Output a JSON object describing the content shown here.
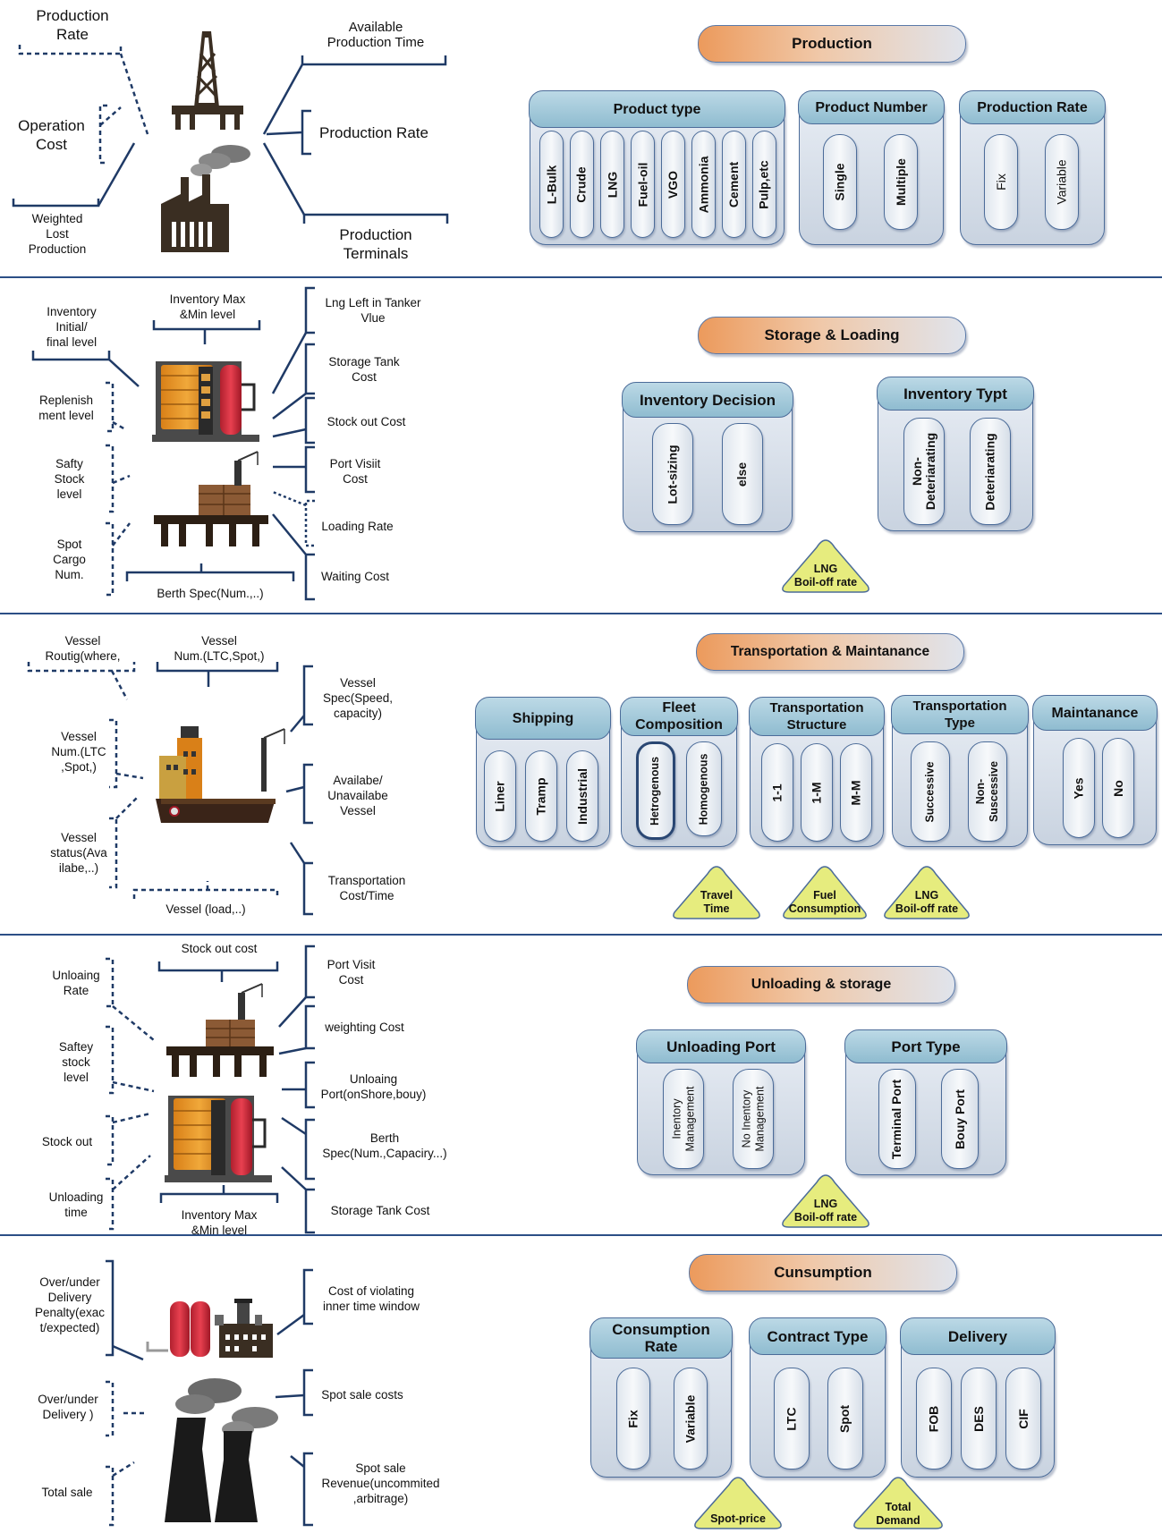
{
  "colors": {
    "line": "#1f3a66",
    "accent": "#ec9a5c",
    "divider": "#2c4f86",
    "triangle": "#e6ec7e"
  },
  "production": {
    "title": "Production",
    "left": {
      "production_rate": "Production\nRate",
      "operation_cost": "Operation\nCost",
      "weighted_lost": "Weighted\nLost\nProduction",
      "available_time": "Available\nProduction Time",
      "production_rate_right": "Production Rate",
      "terminals": "Production\nTerminals"
    },
    "groups": [
      {
        "title": "Product type",
        "items": [
          "L-Bulk",
          "Crude",
          "LNG",
          "Fuel-oil",
          "VGO",
          "Ammonia",
          "Cement",
          "Pulp,etc"
        ]
      },
      {
        "title": "Product Number",
        "items": [
          "Single",
          "Multiple"
        ]
      },
      {
        "title": "Production Rate",
        "items": [
          "Fix",
          "Variable"
        ]
      }
    ]
  },
  "storage": {
    "title": "Storage & Loading",
    "left": {
      "inventory_max": "Inventory Max\n&Min level",
      "inventory_initial": "Inventory\nInitial/\nfinal level",
      "replenishment": "Replenish\nment level",
      "safety_stock": "Safty\nStock\nlevel",
      "spot_cargo": "Spot\nCargo\nNum.",
      "berth_spec": "Berth Spec(Num.,..)",
      "lng_left": "Lng Left in Tanker\nVlue",
      "storage_tank_cost": "Storage Tank\nCost",
      "stock_out_cost": "Stock out Cost",
      "port_visit_cost": "Port Visiit\nCost",
      "loading_rate": "Loading Rate",
      "waiting_cost": "Waiting Cost"
    },
    "groups": [
      {
        "title": "Inventory Decision",
        "items": [
          "Lot-sizing",
          "else"
        ]
      },
      {
        "title": "Inventory Typt",
        "items": [
          "Non-\nDeteriarating",
          "Deteriarating"
        ]
      }
    ],
    "triangles": [
      "LNG\nBoil-off rate"
    ]
  },
  "transport": {
    "title": "Transportation & Maintanance",
    "left": {
      "vessel_routing": "Vessel\nRoutig(where,",
      "vessel_num_top": "Vessel\nNum.(LTC,Spot,)",
      "vessel_num_left": "Vessel\nNum.(LTC\n,Spot,)",
      "vessel_status": "Vessel\nstatus(Ava\nilabe,..)",
      "vessel_load": "Vessel (load,..)",
      "vessel_spec": "Vessel\nSpec(Speed,\ncapacity)",
      "available_vessel": "Availabe/\nUnavailabe\nVessel",
      "transport_cost": "Transportation\nCost/Time"
    },
    "groups": [
      {
        "title": "Shipping",
        "items": [
          "Liner",
          "Tramp",
          "Industrial"
        ]
      },
      {
        "title": "Fleet\nComposition",
        "items": [
          "Hetrogenous",
          "Homogenous"
        ]
      },
      {
        "title": "Transportation\nStructure",
        "items": [
          "1-1",
          "1-M",
          "M-M"
        ]
      },
      {
        "title": "Transportation\nType",
        "items": [
          "Successive",
          "Non-\nSuscessive"
        ]
      },
      {
        "title": "Maintanance",
        "items": [
          "Yes",
          "No"
        ]
      }
    ],
    "triangles": [
      "Travel\nTime",
      "Fuel\nConsumption",
      "LNG\nBoil-off rate"
    ]
  },
  "unloading": {
    "title": "Unloading & storage",
    "left": {
      "stock_out_cost": "Stock out cost",
      "unloading_rate": "Unloaing\nRate",
      "safety_stock": "Saftey\nstock\nlevel",
      "stock_out": "Stock out",
      "unloading_time": "Unloading\ntime",
      "inventory_max": "Inventory Max\n&Min level",
      "port_visit_cost": "Port Visit\nCost",
      "weighting_cost": "weighting Cost",
      "unloading_port": "Unloaing\nPort(onShore,bouy)",
      "berth_spec": "Berth\nSpec(Num.,Capaciry...)",
      "storage_tank_cost": "Storage Tank Cost"
    },
    "groups": [
      {
        "title": "Unloading  Port",
        "items": [
          "Inentory\nManagement",
          "No Inentory\nManagement"
        ]
      },
      {
        "title": "Port Type",
        "items": [
          "Terminal Port",
          "Bouy Port"
        ]
      }
    ],
    "triangles": [
      "LNG\nBoil-off rate"
    ]
  },
  "consumption": {
    "title": "Cunsumption",
    "left": {
      "over_under_penalty": "Over/under\nDelivery\nPenalty(exac\nt/expected)",
      "over_under": "Over/under\nDelivery )",
      "total_sale": "Total sale",
      "violating": "Cost of violating\ninner time window",
      "spot_sale_costs": "Spot sale costs",
      "spot_sale_revenue": "Spot sale\nRevenue(uncommited\n,arbitrage)"
    },
    "groups": [
      {
        "title": "Consumption\nRate",
        "items": [
          "Fix",
          "Variable"
        ]
      },
      {
        "title": "Contract Type",
        "items": [
          "LTC",
          "Spot"
        ]
      },
      {
        "title": "Delivery",
        "items": [
          "FOB",
          "DES",
          "CIF"
        ]
      }
    ],
    "triangles": [
      "Spot-price",
      "Total\nDemand"
    ]
  }
}
